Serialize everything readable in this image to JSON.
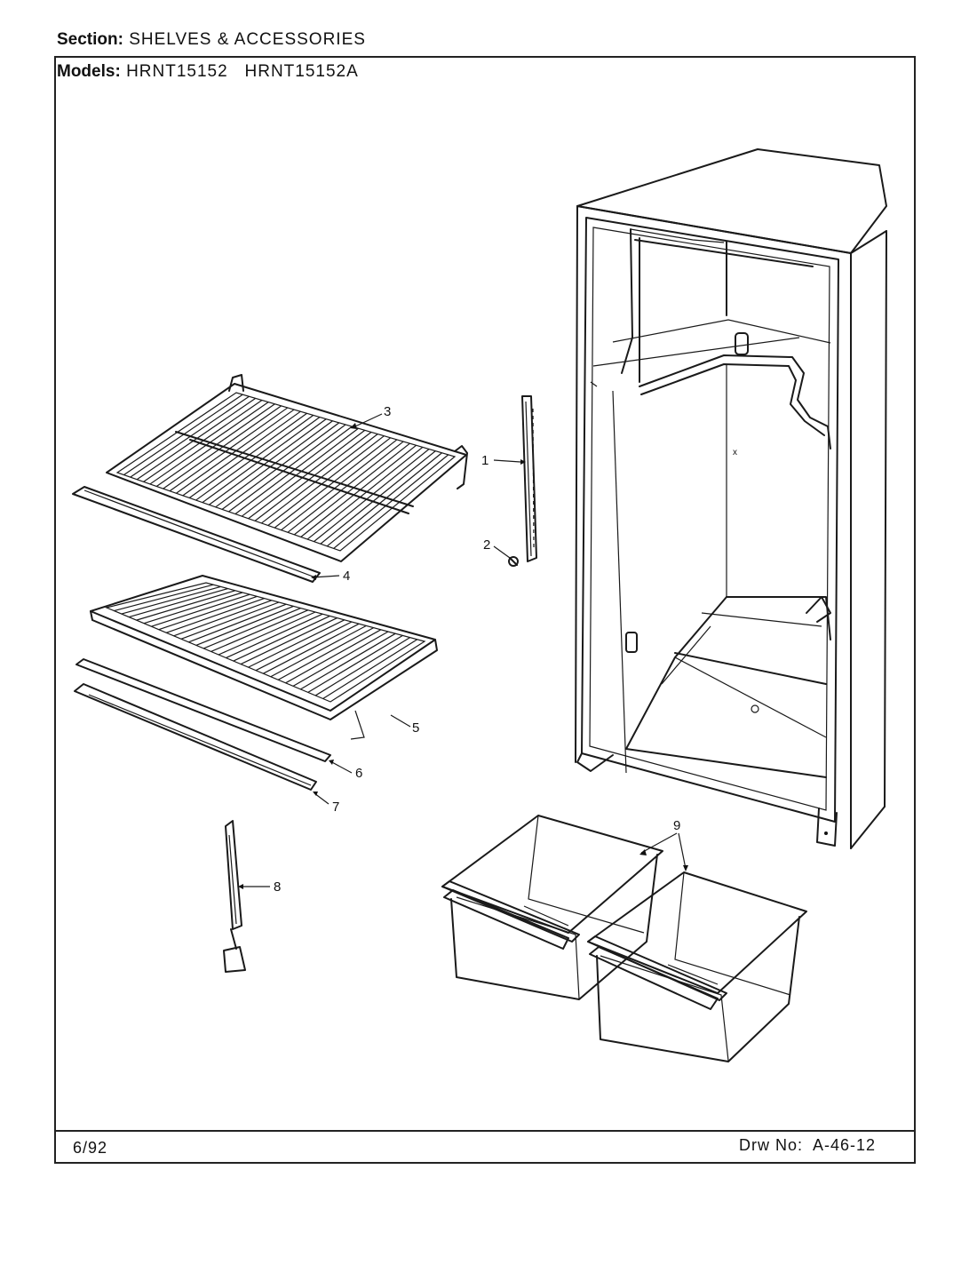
{
  "header": {
    "section_label": "Section:",
    "section_value": "SHELVES & ACCESSORIES",
    "models_label": "Models:",
    "models_value": "HRNT15152   HRNT15152A"
  },
  "footer": {
    "date": "6/92",
    "drawing_number": "Drw No:  A-46-12"
  },
  "callouts": {
    "c1": "1",
    "c2": "2",
    "c3": "3",
    "c4": "4",
    "c5": "5",
    "c6": "6",
    "c7": "7",
    "c8": "8",
    "c9": "9"
  }
}
